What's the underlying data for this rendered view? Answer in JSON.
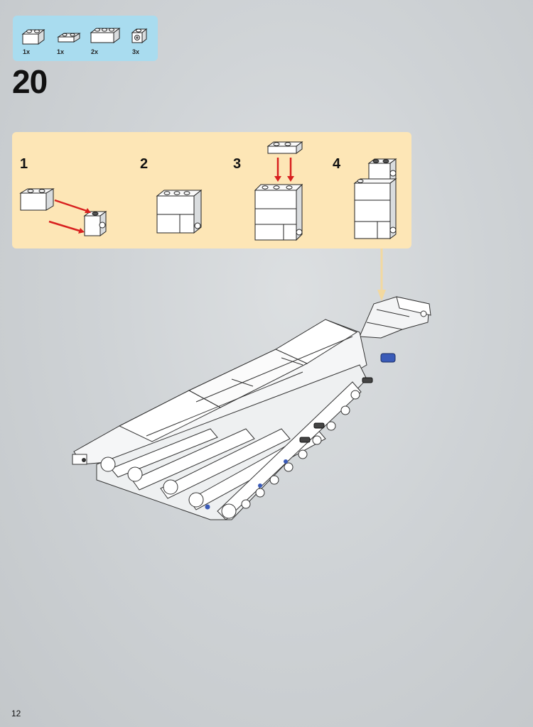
{
  "parts": [
    {
      "icon": "brick-1x2-icon",
      "qty": "1x"
    },
    {
      "icon": "plate-1x2-icon",
      "qty": "1x"
    },
    {
      "icon": "brick-1x3-icon",
      "qty": "2x"
    },
    {
      "icon": "technic-brick-1x1-icon",
      "qty": "3x"
    }
  ],
  "step": {
    "number": "20"
  },
  "substeps": [
    {
      "label": "1"
    },
    {
      "label": "2"
    },
    {
      "label": "3"
    },
    {
      "label": "4"
    }
  ],
  "colors": {
    "arrow": "#d8201f",
    "parts_bg": "#a9dcef",
    "substeps_bg": "#fde6b6",
    "callout_line": "#f3d9a0",
    "pin": "#3a5bb8"
  },
  "page": {
    "number": "12"
  }
}
